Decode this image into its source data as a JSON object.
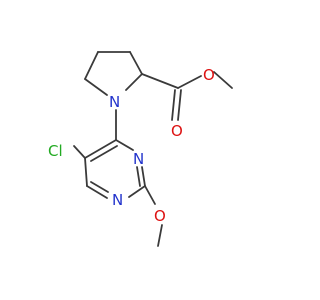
{
  "molecule": {
    "atom_labels": {
      "pyrrolidine_nitrogen": "N",
      "ring_nitrogen_upper": "N",
      "ring_nitrogen_lower": "N",
      "chlorine": "Cl",
      "carbonyl_oxygen": "O",
      "ester_oxygen": "O",
      "methoxy_oxygen": "O"
    }
  },
  "colors": {
    "nitrogen": "#2233cc",
    "oxygen": "#dd1111",
    "chlorine": "#22aa22",
    "bond": "#3a3a3a",
    "background": "#ffffff"
  }
}
